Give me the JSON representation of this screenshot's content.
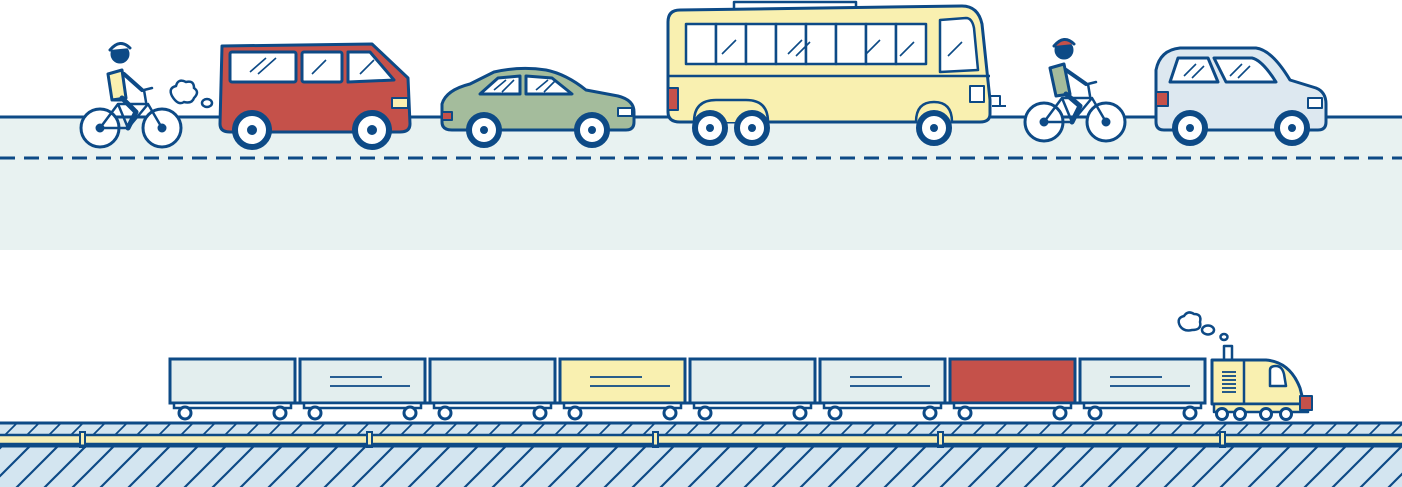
{
  "palette": {
    "outline": "#0d4a86",
    "road": "#e8f2f1",
    "track_bed": "#d3e5f0",
    "rail": "#f6eeb4",
    "red": "#c5514a",
    "green": "#a4bc9c",
    "yellow": "#f9f0b0",
    "pale": "#e3eeee",
    "light_blue": "#dde8f0",
    "white": "#ffffff"
  },
  "road_vehicles": [
    {
      "kind": "cyclist",
      "icon": "cyclist-icon"
    },
    {
      "kind": "van",
      "color": "red",
      "icon": "van-icon"
    },
    {
      "kind": "sedan",
      "color": "green",
      "icon": "car-icon"
    },
    {
      "kind": "bus",
      "color": "yellow",
      "icon": "bus-icon"
    },
    {
      "kind": "cyclist",
      "icon": "cyclist-icon"
    },
    {
      "kind": "hatchback",
      "color": "light_blue",
      "icon": "car-icon"
    }
  ],
  "train": {
    "locomotive": {
      "color": "yellow",
      "icon": "locomotive-icon"
    },
    "wagons": [
      {
        "color": "pale",
        "stripes": false
      },
      {
        "color": "pale",
        "stripes": true
      },
      {
        "color": "pale",
        "stripes": false
      },
      {
        "color": "yellow",
        "stripes": true
      },
      {
        "color": "pale",
        "stripes": false
      },
      {
        "color": "pale",
        "stripes": true
      },
      {
        "color": "red",
        "stripes": false
      },
      {
        "color": "pale",
        "stripes": true
      }
    ]
  }
}
